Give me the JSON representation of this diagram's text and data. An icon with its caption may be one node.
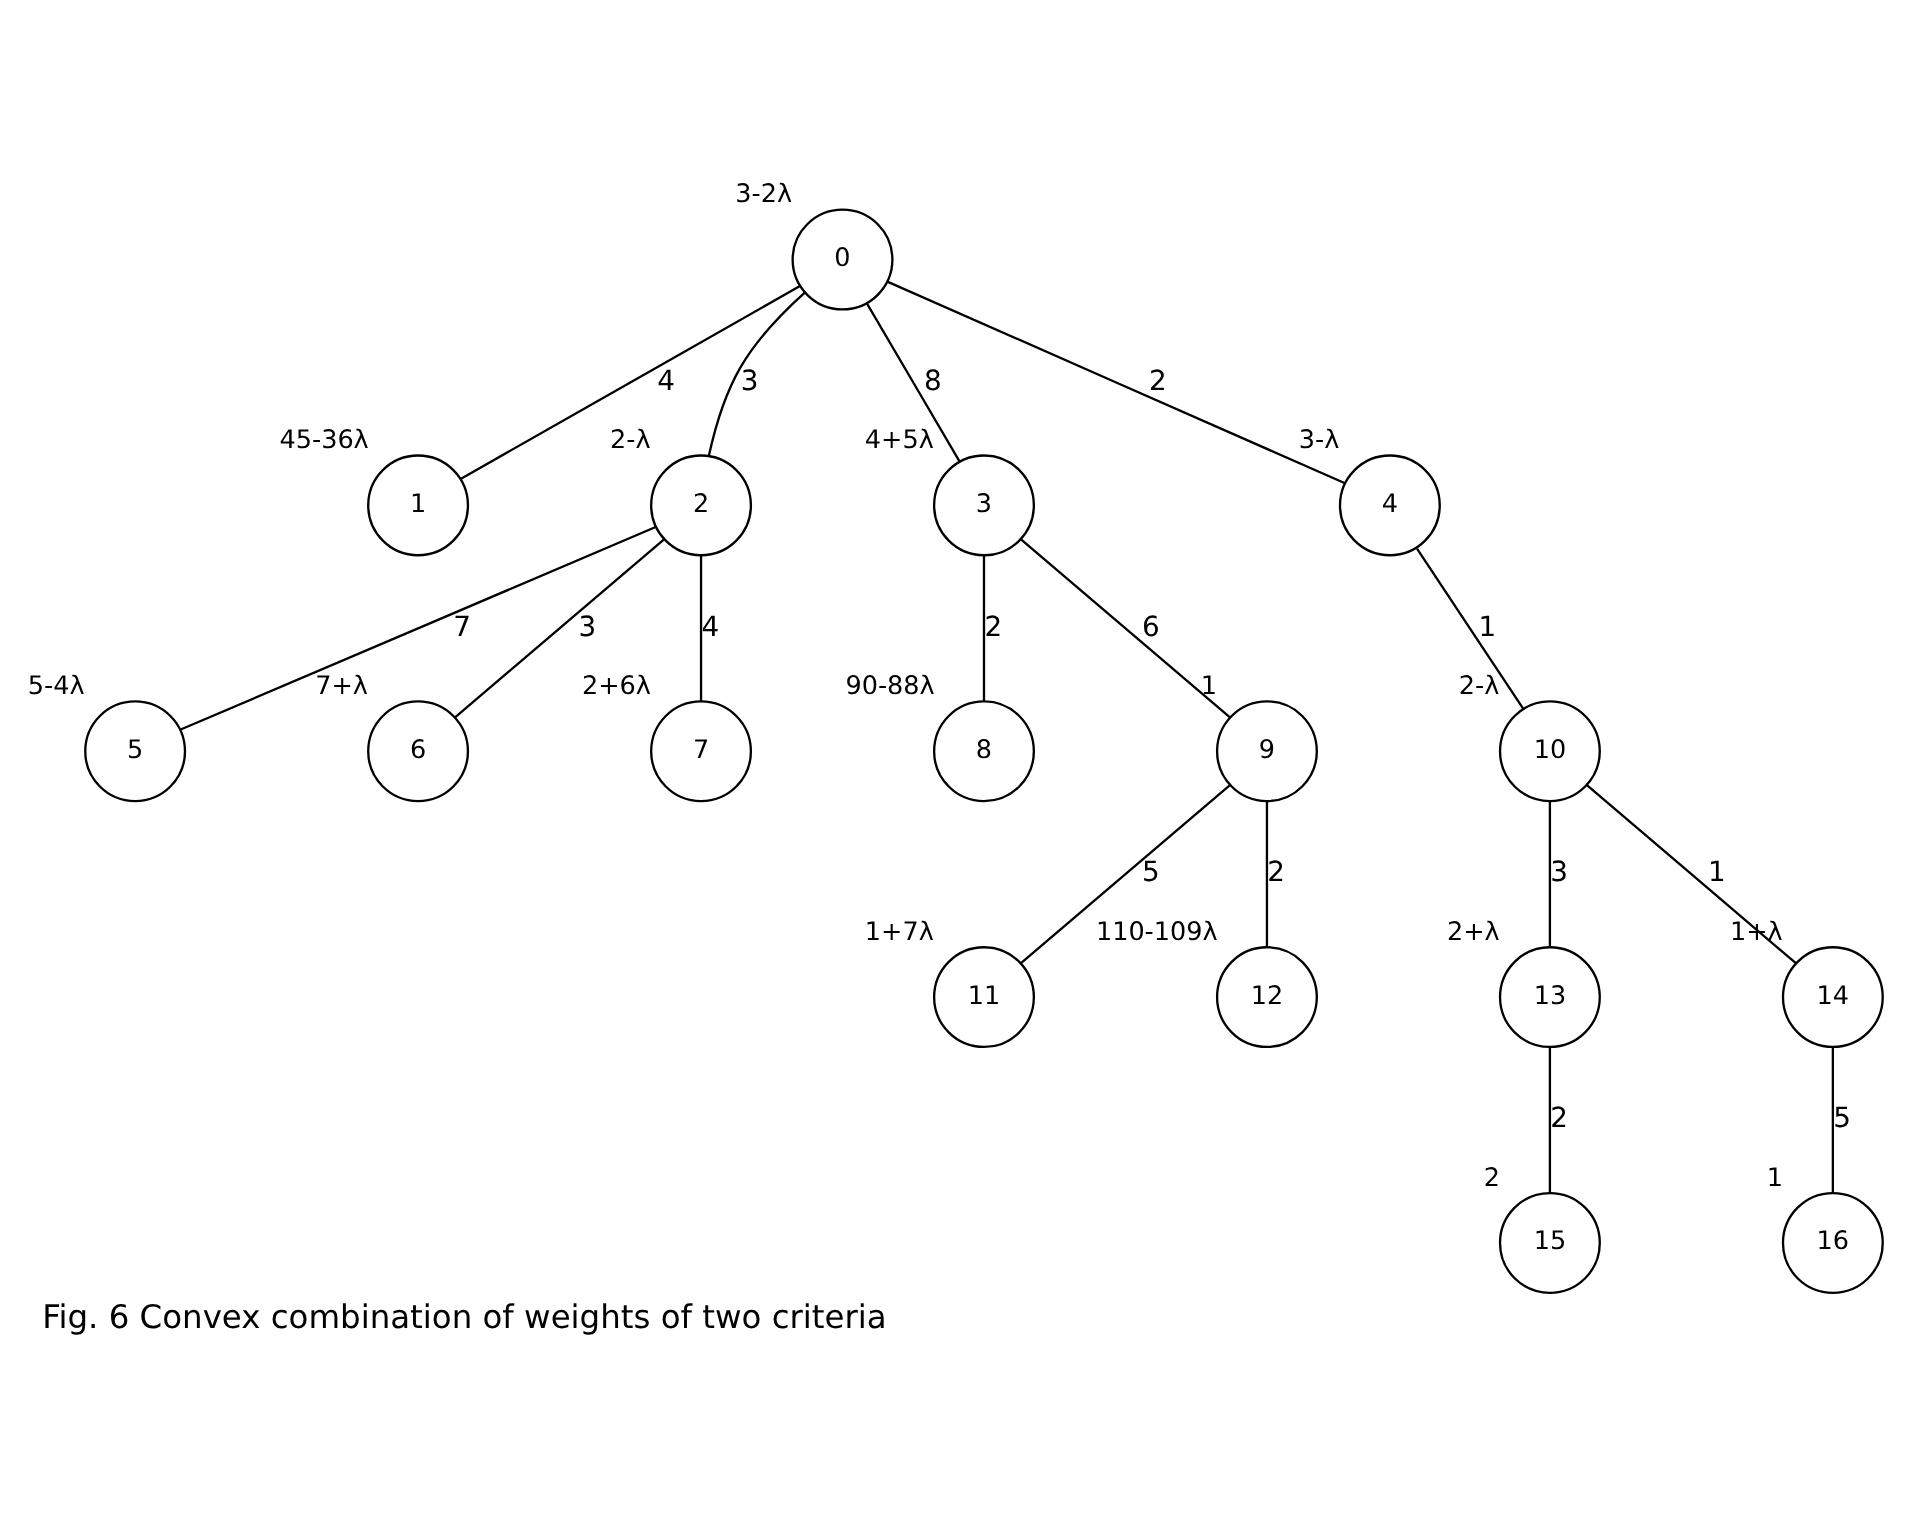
{
  "diagram": {
    "caption": "Fig. 6 Convex combination of weights of two criteria",
    "nodes": [
      {
        "text": [
          "0"
        ],
        "beside": [
          "3-2λ"
        ]
      },
      {
        "text": [
          "1"
        ],
        "beside": [
          "45-36λ"
        ]
      },
      {
        "text": [
          "2"
        ],
        "beside": [
          "2-λ"
        ]
      },
      {
        "text": [
          "3"
        ],
        "beside": [
          "4+5λ"
        ]
      },
      {
        "text": [
          "4"
        ],
        "beside": [
          "3-λ"
        ]
      },
      {
        "text": [
          "5"
        ],
        "beside": [
          "5-4λ"
        ]
      },
      {
        "text": [
          "6"
        ],
        "beside": [
          "7+λ"
        ]
      },
      {
        "text": [
          "7"
        ],
        "beside": [
          "2+6λ"
        ]
      },
      {
        "text": [
          "8"
        ],
        "beside": [
          "90-88λ"
        ]
      },
      {
        "text": [
          "9"
        ],
        "beside": [
          "1"
        ]
      },
      {
        "text": [
          "10"
        ],
        "beside": [
          "2-λ"
        ]
      },
      {
        "text": [
          "11"
        ],
        "beside": [
          "1+7λ"
        ]
      },
      {
        "text": [
          "12"
        ],
        "beside": [
          "110-109λ"
        ]
      },
      {
        "text": [
          "13"
        ],
        "beside": [
          "2+λ"
        ]
      },
      {
        "text": [
          "14"
        ],
        "beside": [
          "1+λ"
        ]
      },
      {
        "text": [
          "15"
        ],
        "beside": [
          "2"
        ]
      },
      {
        "text": [
          "16"
        ],
        "beside": [
          "1"
        ]
      }
    ],
    "edges": [
      {
        "from": 0,
        "to": 1,
        "arrow": "none",
        "label": "4"
      },
      {
        "from": 0,
        "to": 2,
        "arrow": "none",
        "label": "3"
      },
      {
        "from": 0,
        "to": 3,
        "arrow": "none",
        "label": "8"
      },
      {
        "from": 0,
        "to": 4,
        "arrow": "none",
        "label": "2"
      },
      {
        "from": 2,
        "to": 5,
        "arrow": "none",
        "label": "7"
      },
      {
        "from": 2,
        "to": 6,
        "arrow": "none",
        "label": "3"
      },
      {
        "from": 2,
        "to": 7,
        "arrow": "none",
        "label": "4"
      },
      {
        "from": 3,
        "to": 8,
        "arrow": "none",
        "label": "2"
      },
      {
        "from": 3,
        "to": 9,
        "arrow": "none",
        "label": "6"
      },
      {
        "from": 4,
        "to": 10,
        "arrow": "none",
        "label": "1"
      },
      {
        "from": 9,
        "to": 11,
        "arrow": "none",
        "label": "5"
      },
      {
        "from": 9,
        "to": 12,
        "arrow": "none",
        "label": "2"
      },
      {
        "from": 10,
        "to": 13,
        "arrow": "none",
        "label": "3"
      },
      {
        "from": 10,
        "to": 14,
        "arrow": "none",
        "label": "1"
      },
      {
        "from": 13,
        "to": 15,
        "arrow": "none",
        "label": "2"
      },
      {
        "from": 14,
        "to": 16,
        "arrow": "none",
        "label": "5"
      }
    ]
  }
}
